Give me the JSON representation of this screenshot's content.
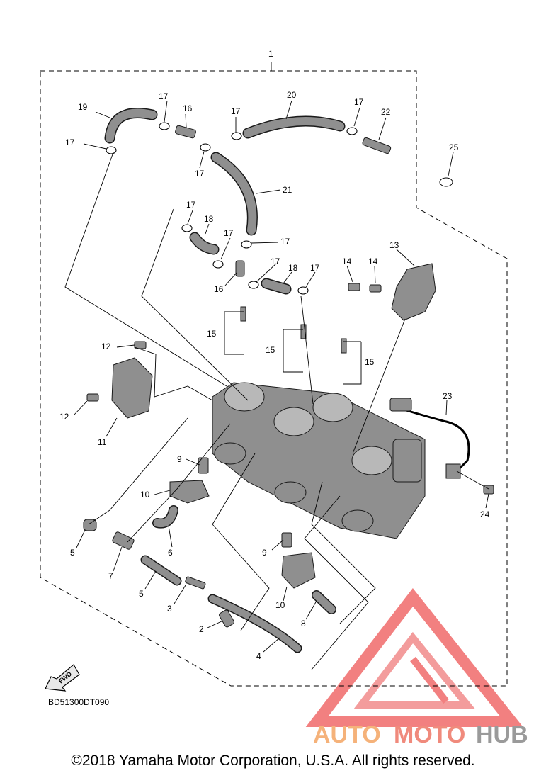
{
  "assembly_number": "1",
  "diagram_code": "BD51300DT090",
  "fwd_label": "FWD",
  "copyright": "©2018 Yamaha Motor Corporation, U.S.A. All rights reserved.",
  "watermark": {
    "part1": "AUTO",
    "part2": "MOTO",
    "part3": "HUB",
    "color1": "#f5b27a",
    "color2": "#f08a7c",
    "color3": "#9a9a9a"
  },
  "callouts": {
    "c19": "19",
    "c17a": "17",
    "c17b": "17",
    "c16a": "16",
    "c17c": "17",
    "c17d": "17",
    "c20": "20",
    "c17e": "17",
    "c22": "22",
    "c25": "25",
    "c21": "21",
    "c17f": "17",
    "c18a": "18",
    "c17g": "17",
    "c17h": "17",
    "c16b": "16",
    "c17i": "17",
    "c18b": "18",
    "c17j": "17",
    "c14a": "14",
    "c14b": "14",
    "c13": "13",
    "c15a": "15",
    "c15b": "15",
    "c15c": "15",
    "c12a": "12",
    "c12b": "12",
    "c11": "11",
    "c23": "23",
    "c24": "24",
    "c9a": "9",
    "c10a": "10",
    "c5a": "5",
    "c6": "6",
    "c7": "7",
    "c5b": "5",
    "c3": "3",
    "c2": "2",
    "c4": "4",
    "c9b": "9",
    "c10b": "10",
    "c8": "8"
  }
}
